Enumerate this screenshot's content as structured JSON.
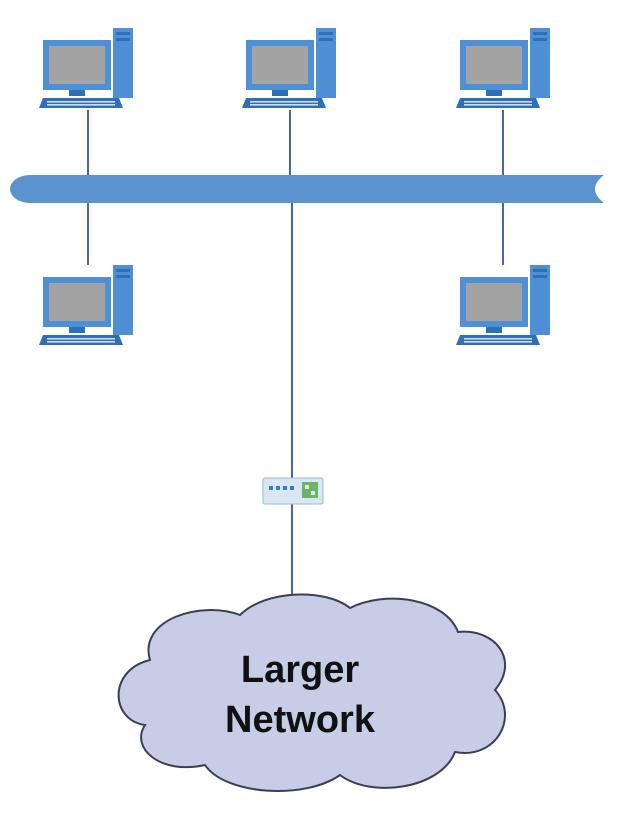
{
  "diagram": {
    "cloud": {
      "label_line1": "Larger",
      "label_line2": "Network"
    },
    "colors": {
      "bus": "#5b93cf",
      "cable": "#4b63a8",
      "cloud_fill": "#c7cde6",
      "cloud_stroke": "#3b3f55",
      "computer_body": "#4f8fd6",
      "computer_dark": "#2f6fb8",
      "screen": "#a3a3a3",
      "router_body": "#d9e6f3",
      "router_port": "#3b78c4",
      "router_led": "#5aa84a"
    },
    "nodes": [
      {
        "id": "computer-top-left",
        "icon": "desktop-computer-icon"
      },
      {
        "id": "computer-top-middle",
        "icon": "desktop-computer-icon"
      },
      {
        "id": "computer-top-right",
        "icon": "desktop-computer-icon"
      },
      {
        "id": "computer-bottom-left",
        "icon": "desktop-computer-icon"
      },
      {
        "id": "computer-bottom-right",
        "icon": "desktop-computer-icon"
      },
      {
        "id": "router",
        "icon": "router-icon"
      },
      {
        "id": "larger-network",
        "icon": "cloud-icon"
      }
    ]
  }
}
